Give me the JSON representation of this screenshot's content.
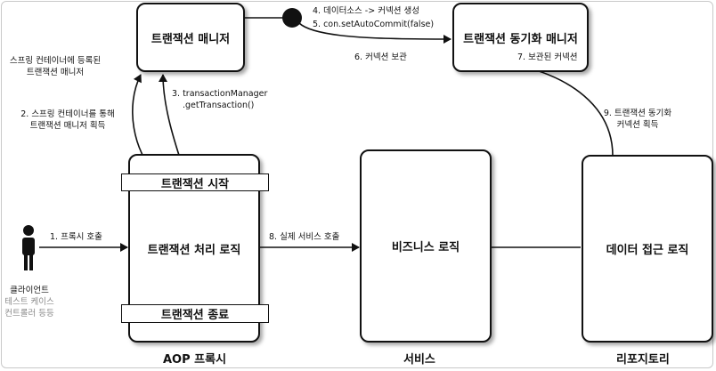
{
  "nodes": {
    "tx_manager": "트랜잭션 매니저",
    "tx_sync_manager": "트랜잭션 동기화 매니저",
    "tx_start": "트랜잭션 시작",
    "tx_logic": "트랜잭션 처리 로직",
    "tx_end": "트랜잭션 종료",
    "business_logic": "비즈니스 로직",
    "data_access_logic": "데이터 접근 로직"
  },
  "columns": {
    "aop_proxy": "AOP 프록시",
    "service": "서비스",
    "repository": "리포지토리"
  },
  "client": {
    "line1": "클라이언트",
    "line2": "테스트 케이스",
    "line3": "컨트롤러 등등"
  },
  "steps": {
    "registered_line1": "스프링 컨테이너에 등록된",
    "registered_line2": "트랜잭션 매니저",
    "s1": "1. 프록시 호출",
    "s2_line1": "2. 스프링 컨테이너를 통해",
    "s2_line2": "트랜잭션 매니저 획득",
    "s3_line1": "3. transactionManager",
    "s3_line2": ".getTransaction()",
    "s4": "4. 데이터소스 -> 커넥션 생성",
    "s5": "5. con.setAutoCommit(false)",
    "s6": "6. 커넥션 보관",
    "s7": "7. 보관된 커넥션",
    "s8": "8. 실제 서비스 호출",
    "s9_line1": "9. 트랜잭션 동기화",
    "s9_line2": "커넥션 획득"
  }
}
